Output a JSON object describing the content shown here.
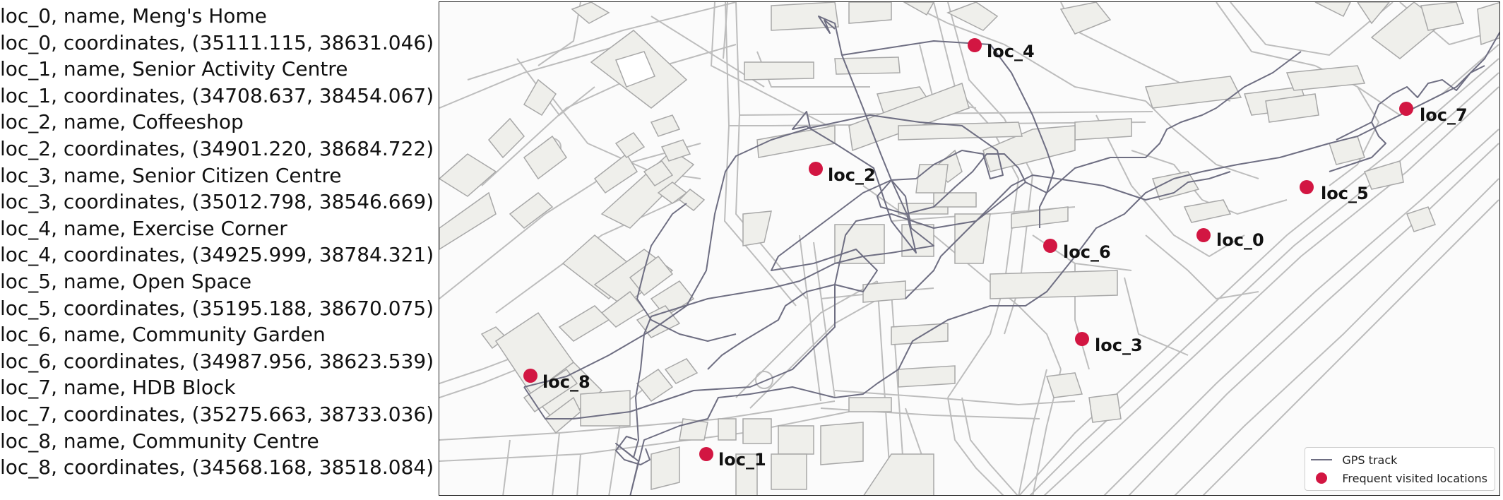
{
  "info_lines": [
    "loc_0, name, Meng's Home",
    "loc_0, coordinates, (35111.115, 38631.046)",
    "loc_1, name, Senior Activity Centre",
    "loc_1, coordinates, (34708.637, 38454.067)",
    "loc_2, name, Coffeeshop",
    "loc_2, coordinates, (34901.220, 38684.722)",
    "loc_3, name, Senior Citizen Centre",
    "loc_3, coordinates, (35012.798, 38546.669)",
    "loc_4, name, Exercise Corner",
    "loc_4, coordinates, (34925.999, 38784.321)",
    "loc_5, name, Open Space",
    "loc_5, coordinates, (35195.188, 38670.075)",
    "loc_6, name, Community Garden",
    "loc_6, coordinates, (34987.956, 38623.539)",
    "loc_7, name, HDB Block",
    "loc_7, coordinates, (35275.663, 38733.036)",
    "loc_8, name, Community Centre",
    "loc_8, coordinates, (34568.168, 38518.084)"
  ],
  "locations": [
    {
      "id": "loc_0",
      "label": "loc_0"
    },
    {
      "id": "loc_1",
      "label": "loc_1"
    },
    {
      "id": "loc_2",
      "label": "loc_2"
    },
    {
      "id": "loc_3",
      "label": "loc_3"
    },
    {
      "id": "loc_4",
      "label": "loc_4"
    },
    {
      "id": "loc_5",
      "label": "loc_5"
    },
    {
      "id": "loc_6",
      "label": "loc_6"
    },
    {
      "id": "loc_7",
      "label": "loc_7"
    },
    {
      "id": "loc_8",
      "label": "loc_8"
    }
  ],
  "map_legend": {
    "track_label": "GPS track",
    "locations_label": "Frequent visited locations"
  },
  "colors": {
    "track": "#6e6e82",
    "location_marker": "#d21642",
    "road": "#bdbdbd",
    "building_fill": "#efefeb",
    "building_stroke": "#a8a8a8"
  }
}
